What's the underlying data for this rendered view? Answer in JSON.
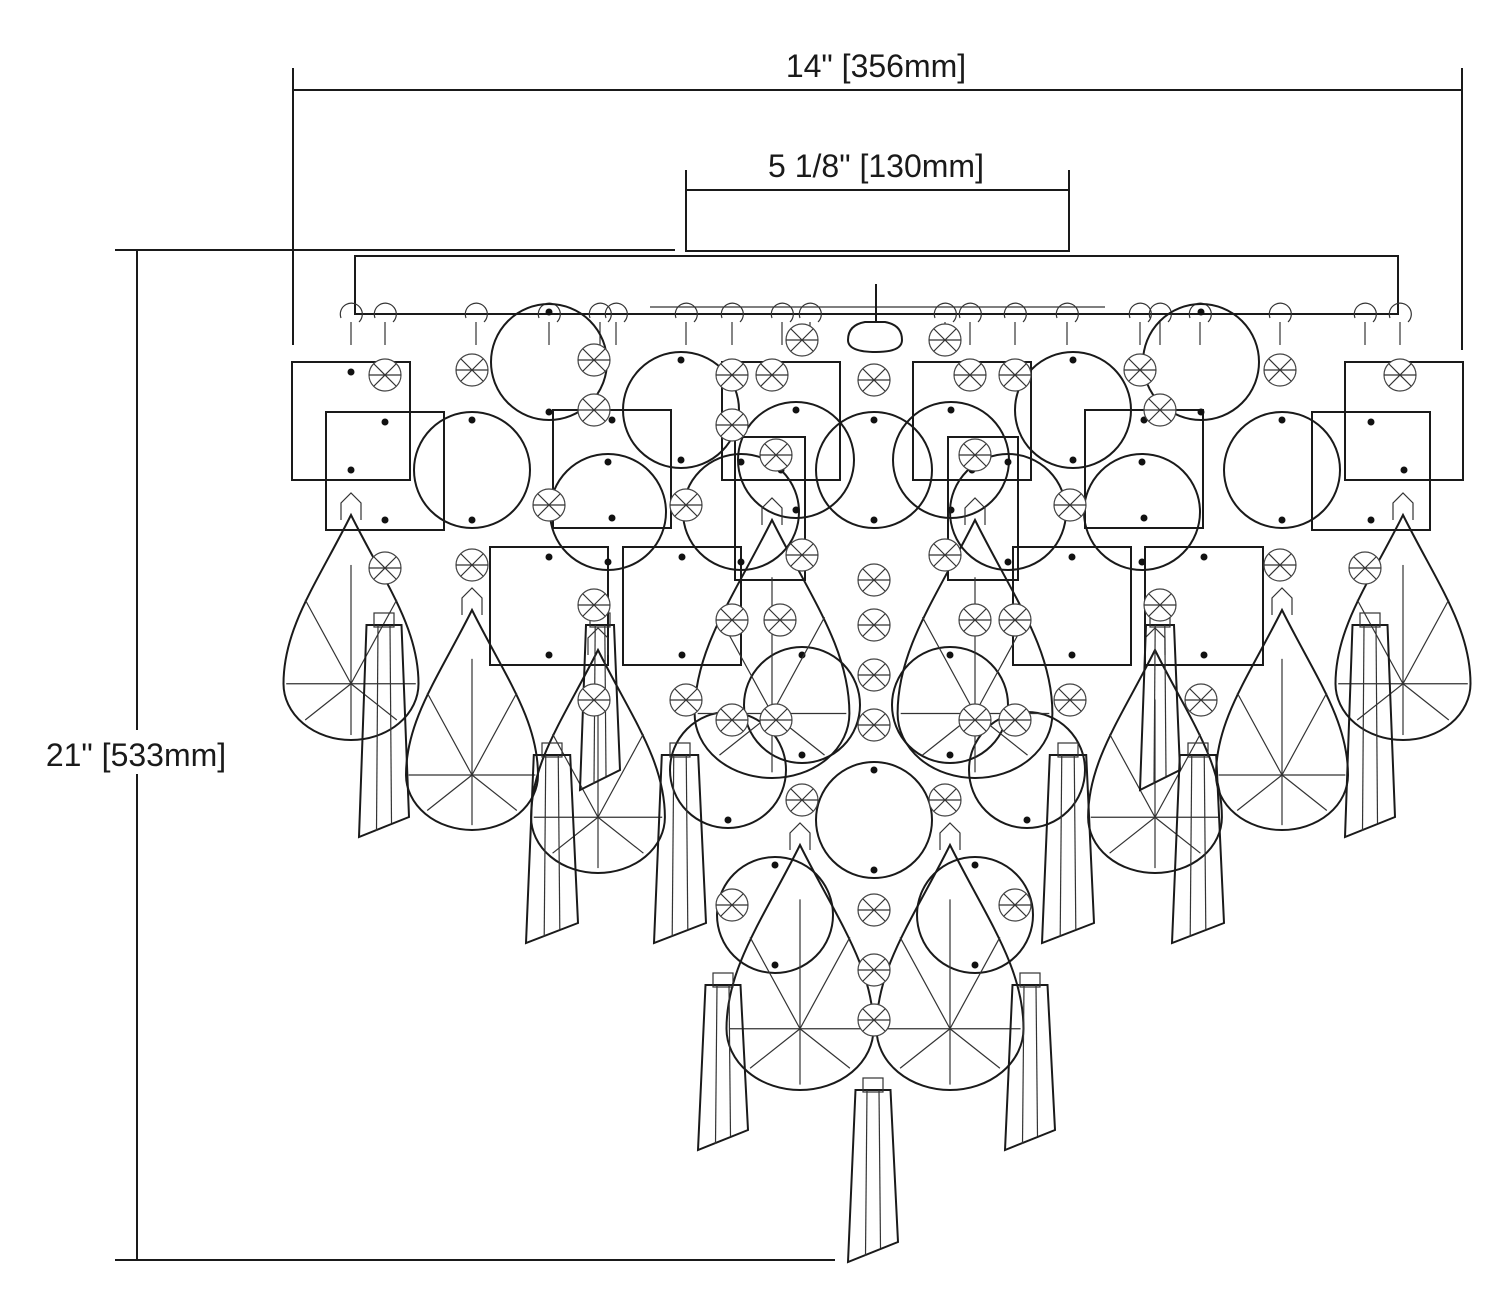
{
  "dimensions": {
    "overall_width": "14\" [356mm]",
    "canopy_width": "5 1/8\" [130mm]",
    "overall_height": "21\" [533mm]"
  }
}
